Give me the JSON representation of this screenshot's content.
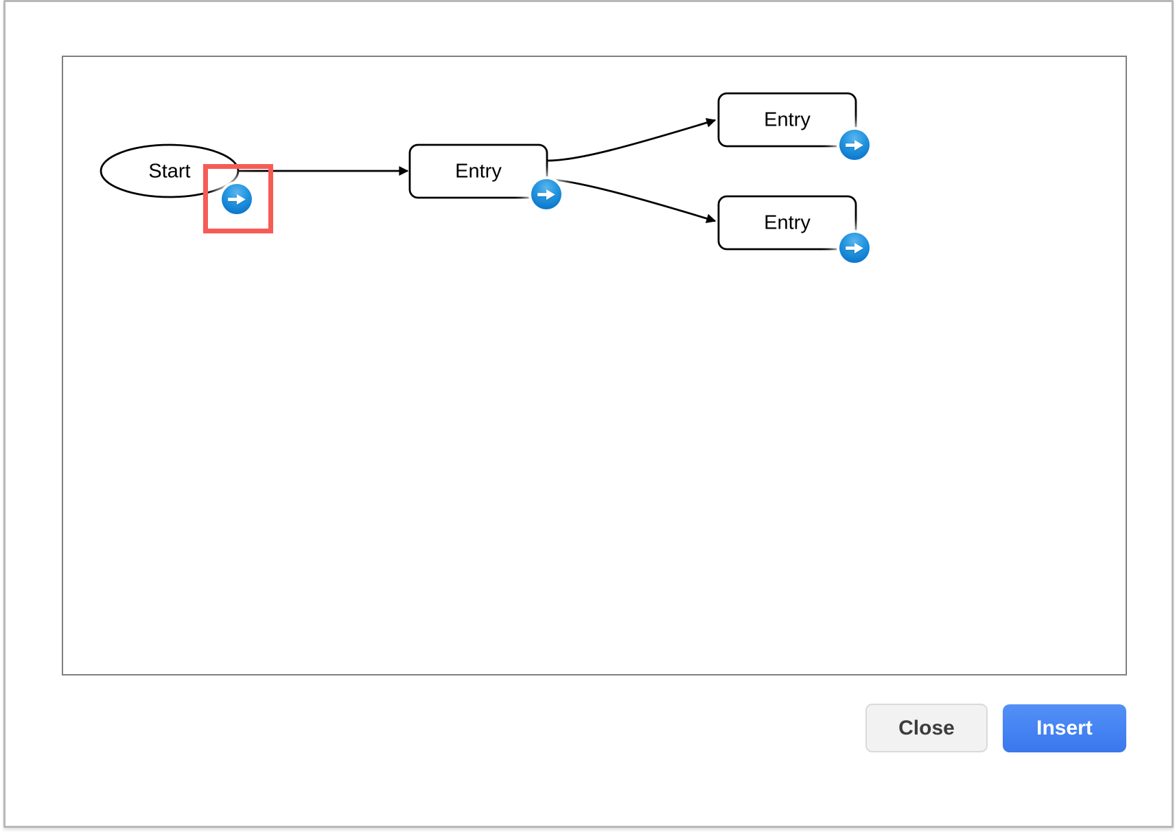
{
  "window": {
    "canvas": {
      "nodes": [
        {
          "id": "start",
          "shape": "ellipse",
          "label": "Start"
        },
        {
          "id": "entry1",
          "shape": "rounded-rect",
          "label": "Entry"
        },
        {
          "id": "entry2",
          "shape": "rounded-rect",
          "label": "Entry"
        },
        {
          "id": "entry3",
          "shape": "rounded-rect",
          "label": "Entry"
        }
      ],
      "edges": [
        {
          "from": "start",
          "to": "entry1"
        },
        {
          "from": "entry1",
          "to": "entry2"
        },
        {
          "from": "entry1",
          "to": "entry3"
        }
      ],
      "icons": {
        "node_action_icon": "arrow-right-icon"
      },
      "highlight": {
        "target": "start-arrow-button",
        "color": "#f65c55"
      }
    },
    "footer": {
      "close_label": "Close",
      "insert_label": "Insert"
    },
    "colors": {
      "insert_button_blue": "#4285f4",
      "arrow_button_blue": "#1a86d4",
      "highlight_red": "#f65c55",
      "canvas_border_gray": "#7f7f7f",
      "frame_border_gray": "#b7b7b7",
      "close_button_bg": "#f2f2f2"
    }
  }
}
